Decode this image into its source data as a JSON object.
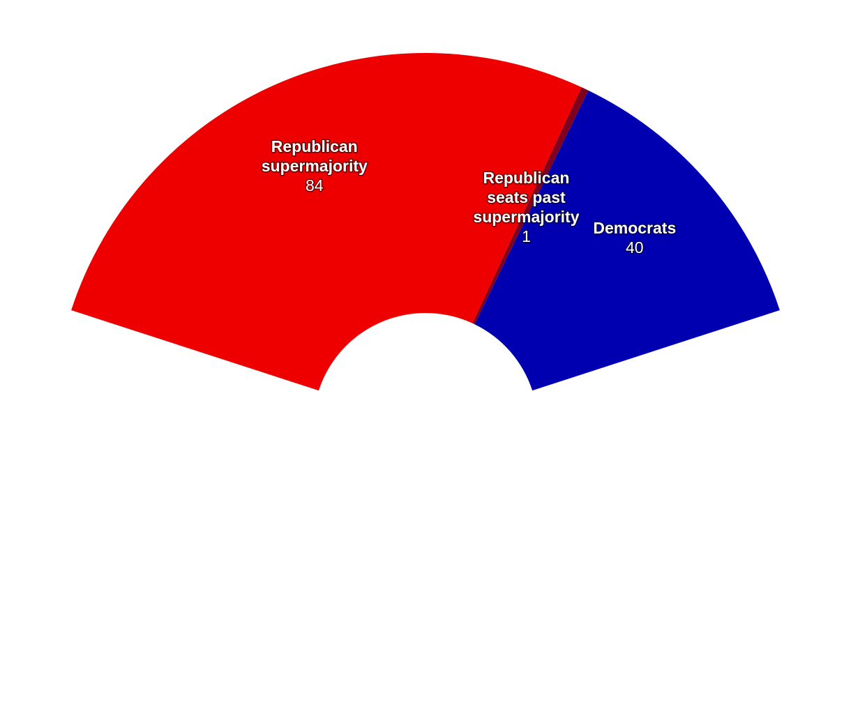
{
  "chart_data": {
    "type": "pie",
    "variant": "semi-donut",
    "total": 125,
    "slices": [
      {
        "name": "Republican supermajority",
        "name_lines": [
          "Republican",
          "supermajority"
        ],
        "value": 84,
        "color": "#ee0000"
      },
      {
        "name": "Republican seats past supermajority",
        "name_lines": [
          "Republican",
          "seats past",
          "supermajority"
        ],
        "value": 1,
        "color": "#800020"
      },
      {
        "name": "Democrats",
        "name_lines": [
          "Democrats"
        ],
        "value": 40,
        "color": "#0000b0"
      }
    ]
  }
}
